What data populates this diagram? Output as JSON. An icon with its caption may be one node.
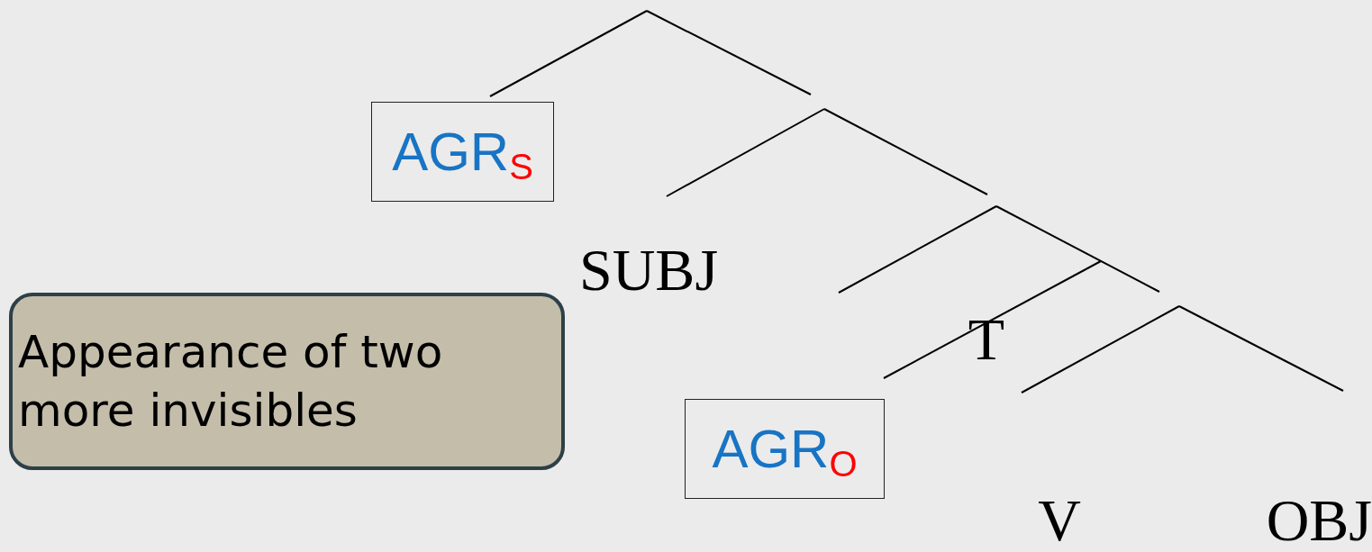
{
  "diagram": {
    "nodes": [
      {
        "text": [
          "AGR$_{S}$"
        ]
      },
      {
        "text": [
          "SUBJ"
        ]
      },
      {
        "text": [
          "T"
        ]
      },
      {
        "text": [
          "AGR$_{O}$"
        ]
      },
      {
        "text": [
          "V"
        ]
      },
      {
        "text": [
          "OBJ"
        ]
      },
      {
        "text": [
          "Appearance of two more invisibles"
        ]
      }
    ]
  }
}
